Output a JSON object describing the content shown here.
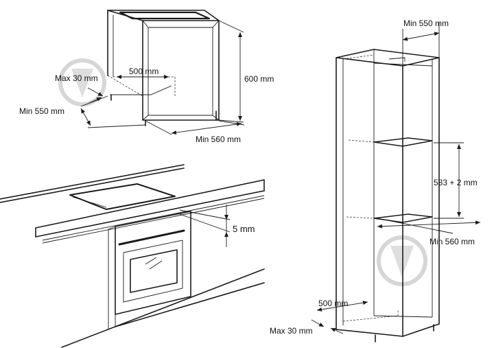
{
  "labels": {
    "max_30_left": "Max 30 mm",
    "d500_left": "500 mm",
    "h600": "600 mm",
    "min550_left": "Min 550 mm",
    "min560_left": "Min 560 mm",
    "gap5": "5 mm",
    "min550_right": "Min 550 mm",
    "h583": "583 + 2 mm",
    "min560_right": "Min 560 mm",
    "d500_right": "500 mm",
    "max_30_right": "Max 30 mm"
  },
  "colors": {
    "line": "#1a1a1a",
    "watermark": "#d6d6d6"
  },
  "icons": [
    "watermark-drop-icon"
  ]
}
